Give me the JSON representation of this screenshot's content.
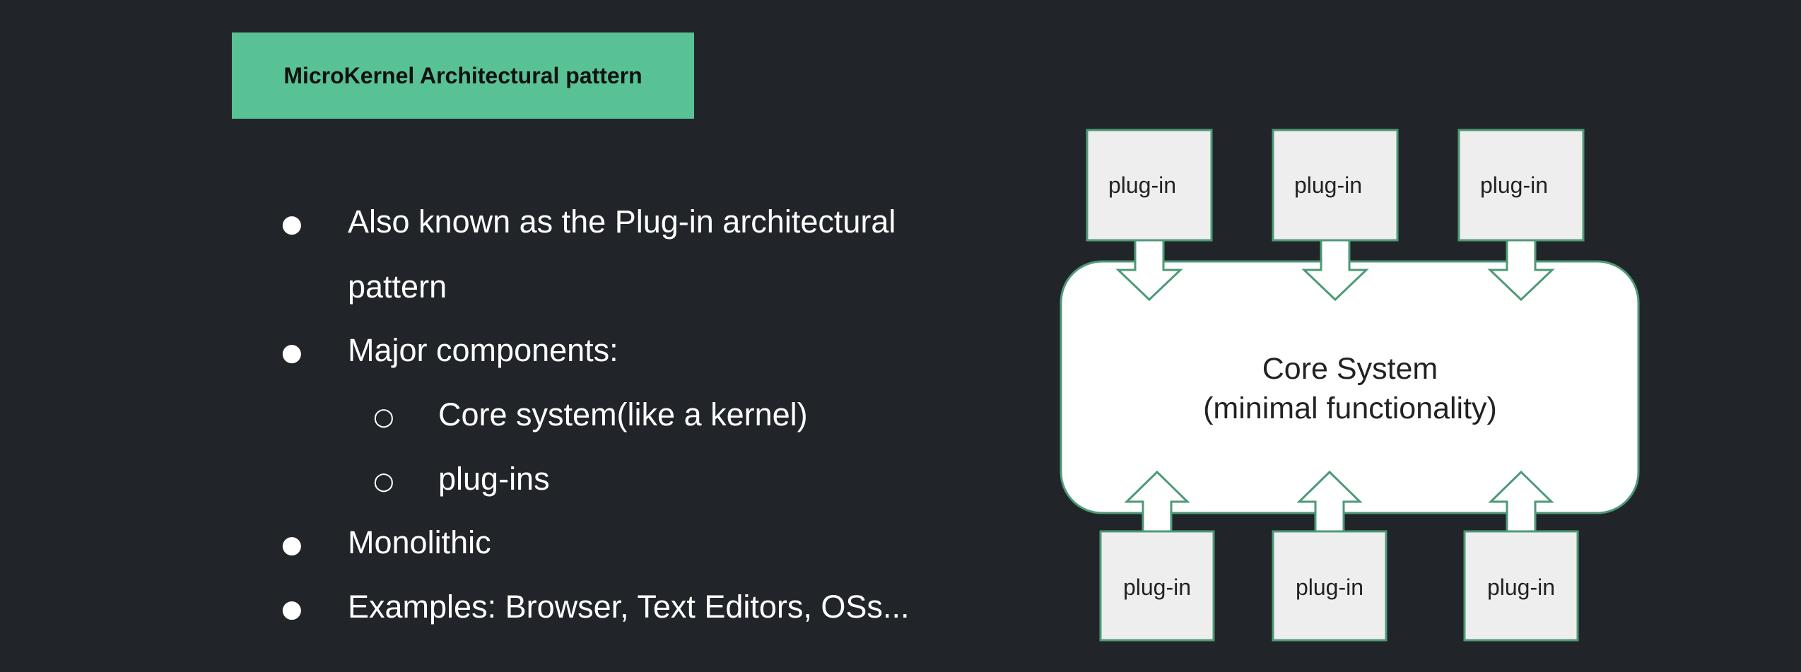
{
  "title": "MicroKernel Architectural pattern",
  "bullets": [
    {
      "level": 1,
      "marker": "●",
      "lines": [
        "Also known as the Plug-in architectural",
        "pattern"
      ]
    },
    {
      "level": 1,
      "marker": "●",
      "lines": [
        "Major components:"
      ]
    },
    {
      "level": 2,
      "marker": "○",
      "lines": [
        "Core system(like a kernel)"
      ]
    },
    {
      "level": 2,
      "marker": "○",
      "lines": [
        "plug-ins"
      ]
    },
    {
      "level": 1,
      "marker": "●",
      "lines": [
        "Monolithic"
      ]
    },
    {
      "level": 1,
      "marker": "●",
      "lines": [
        "Examples: Browser, Text Editors, OSs..."
      ]
    }
  ],
  "diagram": {
    "core_label_line1": "Core System",
    "core_label_line2": "(minimal functionality)",
    "plugins_top": [
      "plug-in",
      "plug-in",
      "plug-in"
    ],
    "plugins_bottom": [
      "plug-in",
      "plug-in",
      "plug-in"
    ],
    "colors": {
      "background": "#212529",
      "title_fill": "#59c295",
      "core_fill": "#ffffff",
      "plugin_fill": "#eeeeee",
      "outline": "#4e9a77",
      "text_light": "#ffffff",
      "text_dark": "#222222"
    }
  }
}
